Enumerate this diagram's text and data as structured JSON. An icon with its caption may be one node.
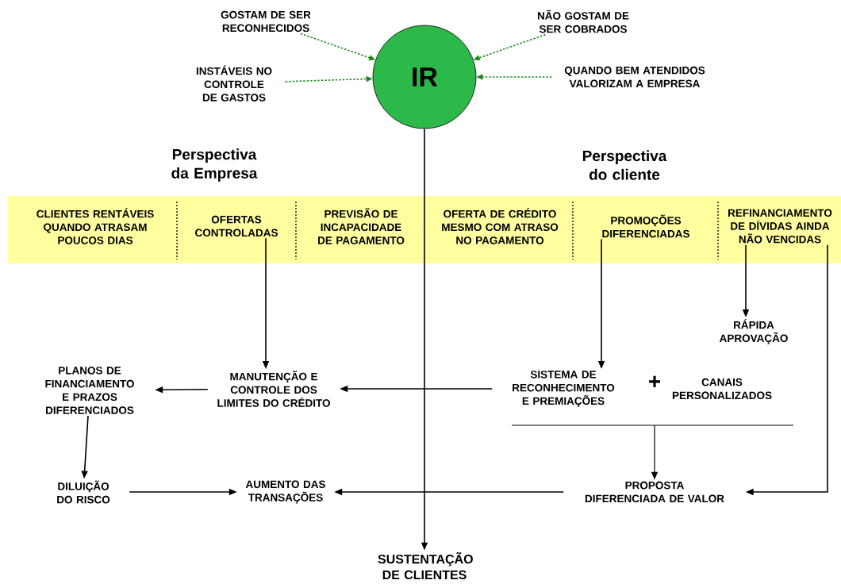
{
  "diagram": {
    "nodes": [
      {
        "text": [
          "IR"
        ]
      },
      {
        "text": [
          "GOSTAM DE SER RECONHECIDOS"
        ]
      },
      {
        "text": [
          "NÃO GOSTAM DE SER COBRADOS"
        ]
      },
      {
        "text": [
          "INSTÁVEIS NO CONTROLE DE GASTOS"
        ]
      },
      {
        "text": [
          "QUANDO BEM ATENDIDOS VALORIZAM A EMPRESA"
        ]
      },
      {
        "text": [],
        "shape": "bar"
      },
      {
        "text": [
          "CLIENTES RENTÁVEIS QUANDO ATRASAM POUCOS DIAS"
        ],
        "in": 5
      },
      {
        "text": [
          "OFERTAS CONTROLADAS"
        ],
        "in": 5
      },
      {
        "text": [
          "PREVISÃO DE INCAPACIDADE DE PAGAMENTO"
        ],
        "in": 5
      },
      {
        "text": [
          "OFERTA DE CRÉDITO MESMO COM ATRASO NO PAGAMENTO"
        ],
        "in": 5
      },
      {
        "text": [
          "PROMOÇÕES DIFERENCIADAS"
        ],
        "in": 5
      },
      {
        "text": [
          "REFINANCIAMENTO DE DÍVIDAS AINDA NÃO VENCIDAS"
        ],
        "in": 5
      },
      {
        "text": [
          "RÁPIDA APROVAÇÃO"
        ]
      },
      {
        "text": [
          "PLANOS DE FINANCIAMENTO E PRAZOS DIFERENCIADOS"
        ]
      },
      {
        "text": [
          "MANUTENÇÃO E CONTROLE DOS LIMITES DO CRÉDITO"
        ]
      },
      {
        "text": [
          "SISTEMA DE RECONHECIMENTO E PREMIAÇÕES"
        ]
      },
      {
        "text": [
          "CANAIS PERSONALIZADOS"
        ]
      },
      {
        "text": [
          "DILUIÇÃO DO RISCO"
        ]
      },
      {
        "text": [
          "AUMENTO DAS TRANSAÇÕES"
        ]
      },
      {
        "text": [
          "PROPOSTA DIFERENCIADA DE VALOR"
        ]
      },
      {
        "text": [
          "SUSTENTAÇÃO DE CLIENTES"
        ]
      }
    ],
    "edges": [
      {
        "from": 1,
        "to": 0,
        "arrow": "to",
        "style": "dashed",
        "color": "#1a8a1a"
      },
      {
        "from": 2,
        "to": 0,
        "arrow": "to",
        "style": "dashed",
        "color": "#1a8a1a"
      },
      {
        "from": 3,
        "to": 0,
        "arrow": "to",
        "style": "dashed",
        "color": "#1a8a1a"
      },
      {
        "from": 4,
        "to": 0,
        "arrow": "to",
        "style": "dashed",
        "color": "#1a8a1a"
      },
      {
        "from": 0,
        "to": 20,
        "arrow": "to"
      },
      {
        "from": 7,
        "to": 14,
        "arrow": "to"
      },
      {
        "from": 10,
        "to": 15,
        "arrow": "to"
      },
      {
        "from": 11,
        "to": 12,
        "arrow": "to"
      },
      {
        "from": 11,
        "to": 19,
        "arrow": "to"
      },
      {
        "from": 15,
        "to": 14,
        "arrow": "to"
      },
      {
        "from": 14,
        "to": 13,
        "arrow": "to"
      },
      {
        "from": 13,
        "to": 17,
        "arrow": "to"
      },
      {
        "from": 17,
        "to": 18,
        "arrow": "to"
      },
      {
        "from": 19,
        "to": 18,
        "arrow": "to"
      },
      {
        "from": 15,
        "to": 19,
        "arrow": "to"
      },
      {
        "from": 16,
        "to": 19,
        "arrow": "to"
      }
    ],
    "labels": [
      "Perspectiva da Empresa",
      "Perspectiva do cliente",
      "+"
    ]
  }
}
